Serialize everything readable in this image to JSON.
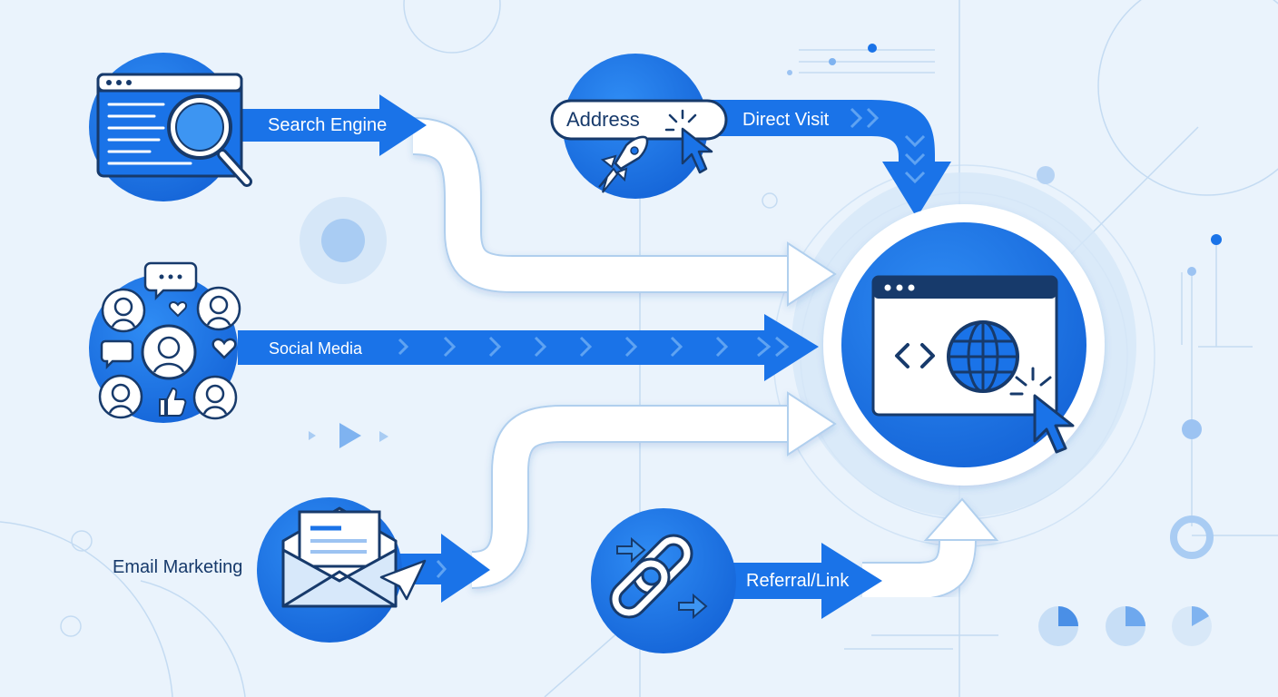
{
  "colors": {
    "background": "#eaf3fc",
    "primary_blue": "#1a73e8",
    "light_blue": "#3d95f2",
    "navy_outline": "#173a6b",
    "white": "#ffffff",
    "deco_line": "#bcd6f1"
  },
  "sources": [
    {
      "id": "search",
      "label": "Search Engine",
      "icon": "browser-magnifier-icon"
    },
    {
      "id": "direct",
      "label": "Direct Visit",
      "icon": "address-bar-rocket-icon",
      "address_text": "Address"
    },
    {
      "id": "social",
      "label": "Social Media",
      "icon": "people-network-icon"
    },
    {
      "id": "email",
      "label": "Email Marketing",
      "icon": "envelope-paper-plane-icon"
    },
    {
      "id": "referral",
      "label": "Referral/Link",
      "icon": "chain-link-icon"
    }
  ],
  "destination": {
    "icon": "website-globe-cursor-icon",
    "code_glyph": "< >"
  }
}
